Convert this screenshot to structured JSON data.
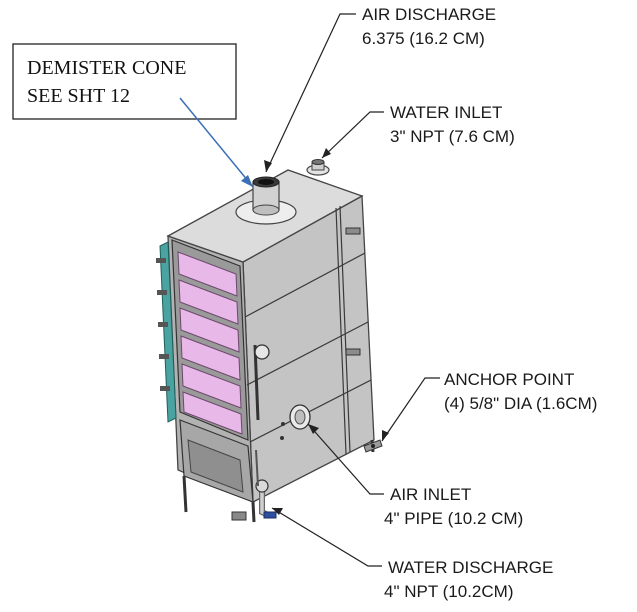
{
  "labels": {
    "demister": {
      "line1": "DEMISTER CONE",
      "line2": "SEE SHT 12"
    },
    "air_discharge": {
      "line1": "AIR DISCHARGE",
      "line2": "6.375 (16.2 CM)"
    },
    "water_inlet": {
      "line1": "WATER INLET",
      "line2": "3\" NPT (7.6 CM)"
    },
    "anchor_point": {
      "line1": "ANCHOR POINT",
      "line2": "(4) 5/8\" DIA (1.6CM)"
    },
    "air_inlet": {
      "line1": "AIR INLET",
      "line2": "4\" PIPE (10.2 CM)"
    },
    "water_discharge": {
      "line1": "WATER DISCHARGE",
      "line2": "4\" NPT (10.2CM)"
    }
  },
  "colors": {
    "unit_body": "#c4c4c4",
    "unit_top": "#dcdcdc",
    "panel_frame": "#9a9a9a",
    "media_pads": "#e8b8e8",
    "side_frame": "#4aa3a0",
    "demister_arrow": "#3b6fb6",
    "valve_handle": "#2c4fa0"
  }
}
